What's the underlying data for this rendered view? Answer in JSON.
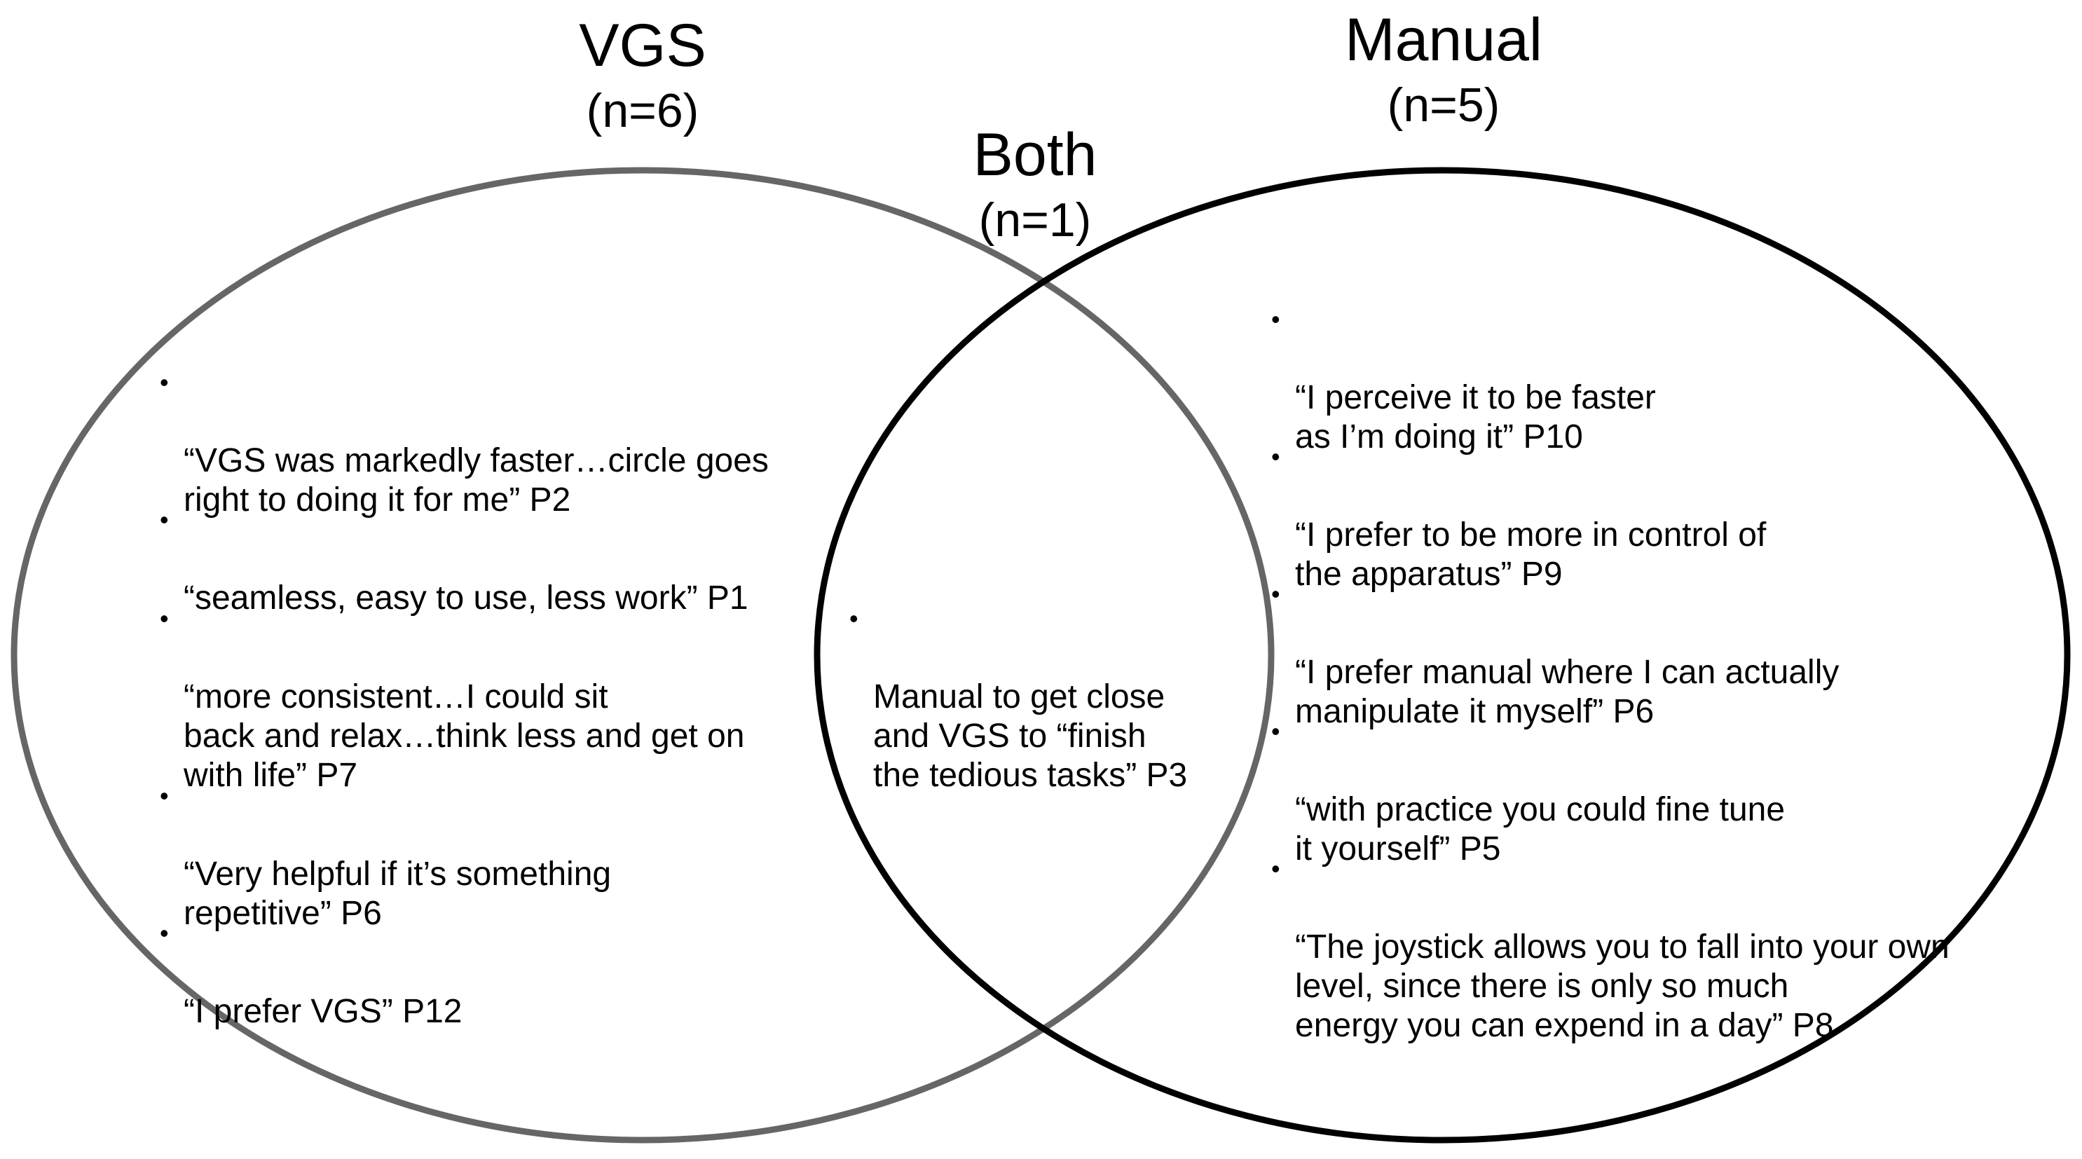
{
  "colors": {
    "background": "#ffffff",
    "text": "#000000",
    "vgs_circle": "#666666",
    "manual_circle": "#000000"
  },
  "bullet_glyph": "•",
  "sets": {
    "vgs": {
      "name": "VGS",
      "count": "(n=6)",
      "quotes": [
        " “VGS was markedly faster…circle goes\nright to doing it for me” P2",
        "“seamless, easy to use, less work” P1",
        "“more consistent…I could sit\nback and relax…think less and get on\nwith life” P7",
        "“Very helpful if it’s something\nrepetitive” P6",
        "“I prefer VGS” P12"
      ]
    },
    "both": {
      "name": "Both",
      "count": "(n=1)",
      "quotes": [
        "Manual to get close\nand VGS to “finish\nthe tedious tasks” P3"
      ]
    },
    "manual": {
      "name": "Manual",
      "count": "(n=5)",
      "quotes": [
        " “I perceive it to be faster\nas I’m doing it” P10",
        "“I prefer to be more in control of\nthe apparatus” P9",
        "“I prefer manual where I can actually\n manipulate it myself” P6",
        "“with practice you could fine tune\n it yourself” P5",
        "“The joystick allows you to fall into your own\n level, since there is only so much\nenergy you can expend in a day” P8"
      ]
    }
  }
}
